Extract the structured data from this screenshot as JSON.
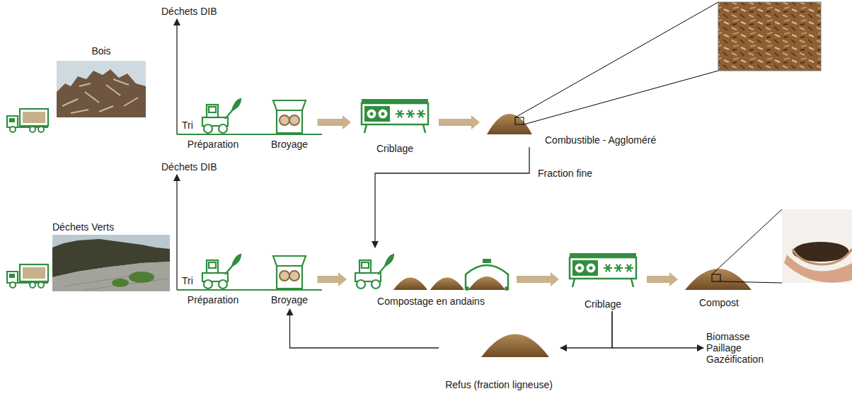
{
  "diagram": {
    "nodes": [
      {
        "text": [
          "Déchets DIB"
        ]
      },
      {
        "text": [
          "Bois"
        ]
      },
      {
        "text": [
          "Préparation"
        ]
      },
      {
        "text": [
          "Broyage"
        ]
      },
      {
        "text": [
          "Criblage"
        ]
      },
      {
        "text": [
          "Combustible - Aggloméré"
        ]
      },
      {
        "text": [
          "Déchets DIB"
        ]
      },
      {
        "text": [
          "Déchets Verts"
        ]
      },
      {
        "text": [
          "Préparation"
        ]
      },
      {
        "text": [
          "Broyage"
        ]
      },
      {
        "text": [
          "Compostage en andains"
        ]
      },
      {
        "text": [
          "Criblage"
        ]
      },
      {
        "text": [
          "Compost"
        ]
      },
      {
        "text": [
          "Refus (fraction ligneuse)"
        ]
      },
      {
        "text": [
          "Biomasse Paillage Gazéification"
        ]
      }
    ],
    "edges": [
      {
        "from": 2,
        "to": 0,
        "arrow": "to",
        "label": "Tri"
      },
      {
        "from": 2,
        "to": 3,
        "arrow": "none"
      },
      {
        "from": 3,
        "to": 4,
        "arrow": "to"
      },
      {
        "from": 4,
        "to": 5,
        "arrow": "to"
      },
      {
        "from": 5,
        "to": 10,
        "arrow": "to",
        "label": "Fraction fine"
      },
      {
        "from": 8,
        "to": 6,
        "arrow": "to",
        "label": "Tri"
      },
      {
        "from": 8,
        "to": 9,
        "arrow": "none"
      },
      {
        "from": 9,
        "to": 10,
        "arrow": "to"
      },
      {
        "from": 10,
        "to": 11,
        "arrow": "to"
      },
      {
        "from": 11,
        "to": 12,
        "arrow": "to"
      },
      {
        "from": 11,
        "to": 13,
        "arrow": "to"
      },
      {
        "from": 11,
        "to": 14,
        "arrow": "to"
      },
      {
        "from": 13,
        "to": 9,
        "arrow": "to"
      }
    ]
  }
}
